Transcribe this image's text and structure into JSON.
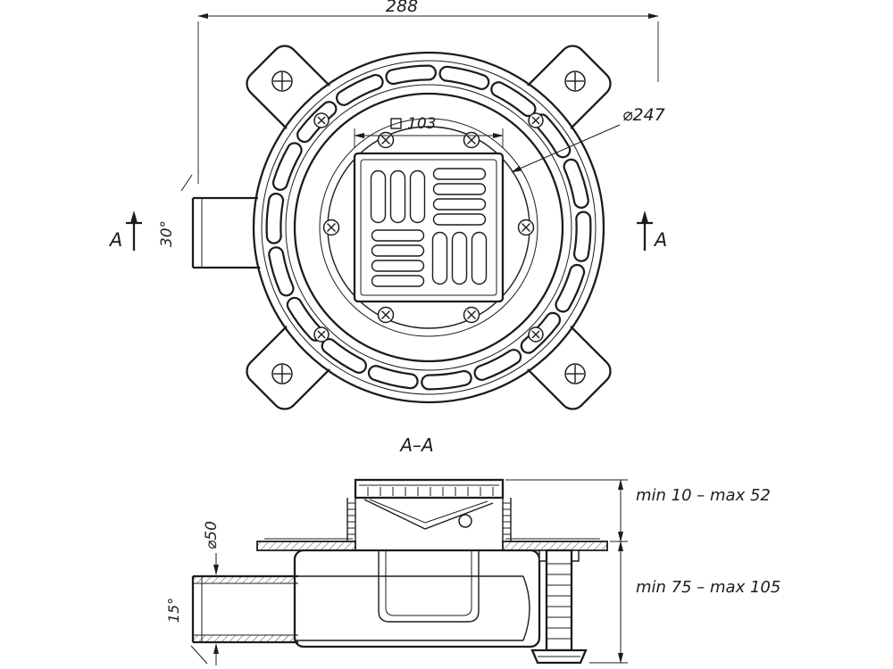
{
  "page": {
    "background": "#ffffff",
    "line_color": "#1c1c1c"
  },
  "top_view": {
    "dim_overall_width": "288",
    "dim_grate_square": "103",
    "dim_flange_diameter": "⌀247",
    "pipe_angle": "30°",
    "section_marker_left": "A",
    "section_marker_right": "A"
  },
  "section_view": {
    "title": "A–A",
    "pipe_diameter": "⌀50",
    "pipe_angle": "15°",
    "dim_grate_height": "min 10 – max 52",
    "dim_body_height": "min 75 – max 105"
  }
}
